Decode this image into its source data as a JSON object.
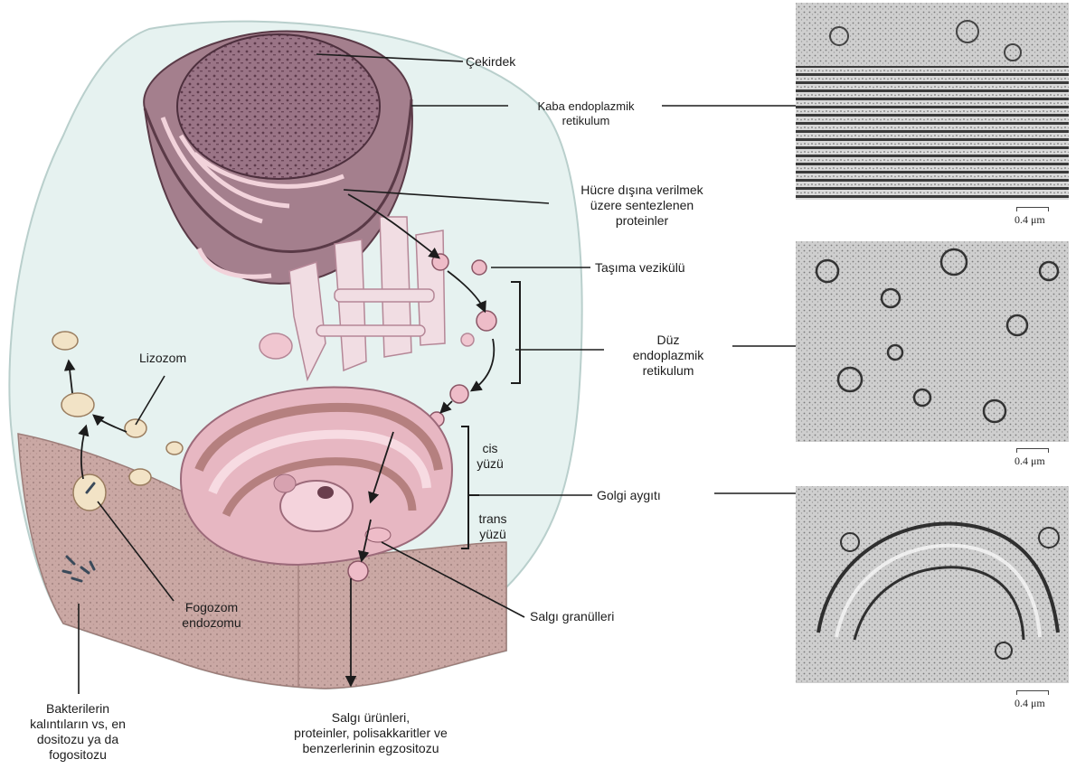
{
  "labels": {
    "nucleus": "Çekirdek",
    "rough_er": [
      "Kaba endoplazmik",
      "retikulum"
    ],
    "secreted_proteins": [
      "Hücre dışına verilmek",
      "üzere sentezlenen",
      "proteinler"
    ],
    "transport_vesicle": "Taşıma vezikülü",
    "smooth_er": [
      "Düz",
      "endoplazmik",
      "retikulum"
    ],
    "lysosome": "Lizozom",
    "cis_face": [
      "cis",
      "yüzü"
    ],
    "golgi": "Golgi aygıtı",
    "trans_face": [
      "trans",
      "yüzü"
    ],
    "secretory_granules": "Salgı granülleri",
    "phagosome": [
      "Fogozom",
      "endozomu"
    ],
    "bacteria": [
      "Bakterilerin",
      "kalıntıların vs, en",
      "dositozu ya da",
      "fogositozu"
    ],
    "secretion_products": [
      "Salgı ürünleri,",
      "proteinler, polisakkaritler ve",
      "benzerlerinin egzositozu"
    ]
  },
  "micrographs": [
    {
      "name": "rough-er-micrograph",
      "scale": "0.4 μm"
    },
    {
      "name": "smooth-er-micrograph",
      "scale": "0.4 μm"
    },
    {
      "name": "golgi-micrograph",
      "scale": "0.4 μm"
    }
  ],
  "colors": {
    "cytoplasm": "#e6f2f0",
    "nucleus": "#8c6a7c",
    "rough_er": "#b58c9a",
    "golgi": "#e8b4c0",
    "membrane_base": "#c9a9a6",
    "line": "#1c1c1c"
  }
}
